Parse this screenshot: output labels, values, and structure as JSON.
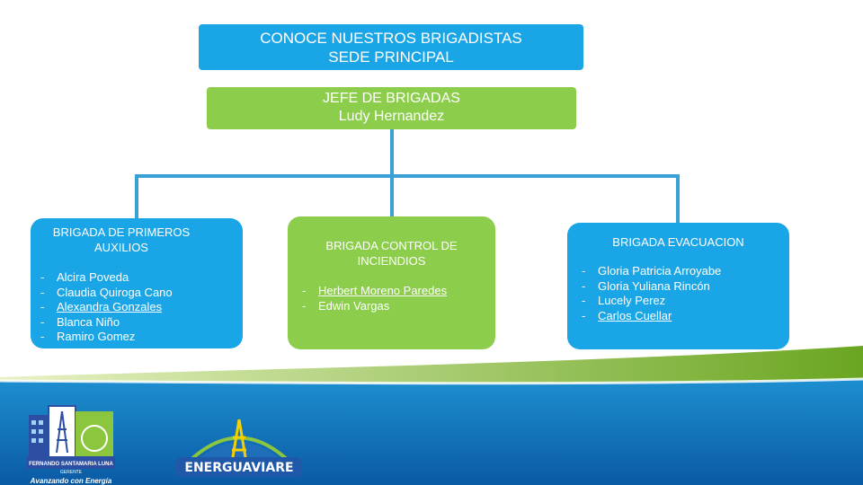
{
  "title": {
    "line1": "CONOCE NUESTROS BRIGADISTAS",
    "line2": "SEDE PRINCIPAL"
  },
  "chief": {
    "role": "JEFE DE BRIGADAS",
    "name": "Ludy Hernandez"
  },
  "brigades": [
    {
      "title_line1": "BRIGADA DE PRIMEROS",
      "title_line2": "AUXILIOS",
      "members": [
        "Alcira Poveda",
        "Claudia Quiroga Cano",
        "Alexandra Gonzales",
        "Blanca Niño",
        "Ramiro Gomez"
      ]
    },
    {
      "title_line1": "BRIGADA CONTROL DE",
      "title_line2": "INCIENDIOS",
      "members": [
        "Herbert Moreno Paredes",
        "Edwin Vargas"
      ]
    },
    {
      "title_line1": "BRIGADA EVACUACION",
      "title_line2": "",
      "members": [
        "Gloria Patricia Arroyabe",
        "Gloria Yuliana Rincón",
        "Lucely Perez",
        "Carlos Cuellar"
      ]
    }
  ],
  "logos": {
    "left_name": "FERNANDO SANTAMARIA LUNA",
    "left_role": "GERENTE",
    "left_slogan": "Avanzando con Energía",
    "right_name": "ENERGUAVIARE"
  },
  "colors": {
    "blue": "#1aa6e6",
    "green": "#8cce4c",
    "connector": "#3ba0d4"
  }
}
